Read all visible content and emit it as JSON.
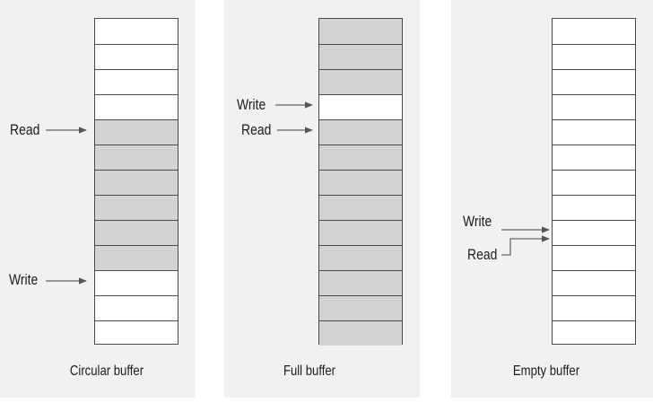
{
  "panels": [
    {
      "caption": "Circular buffer",
      "pointers": {
        "read": "Read",
        "write": "Write"
      },
      "state": {
        "total_slots": 13,
        "read_slot": 4,
        "write_slot": 10,
        "filled_slots": [
          4,
          5,
          6,
          7,
          8,
          9
        ]
      }
    },
    {
      "caption": "Full buffer",
      "pointers": {
        "read": "Read",
        "write": "Write"
      },
      "state": {
        "total_slots": 13,
        "read_slot": 4,
        "write_slot": 3,
        "filled_slots": [
          0,
          1,
          2,
          4,
          5,
          6,
          7,
          8,
          9,
          10,
          11,
          12
        ]
      }
    },
    {
      "caption": "Empty buffer",
      "pointers": {
        "read": "Read",
        "write": "Write"
      },
      "state": {
        "total_slots": 13,
        "read_slot": 8,
        "write_slot": 8,
        "filled_slots": []
      }
    }
  ],
  "colors": {
    "filled": "#d3d3d3",
    "empty": "#ffffff",
    "panel_background": "#f1f1f1",
    "line": "#4a4a4a"
  }
}
